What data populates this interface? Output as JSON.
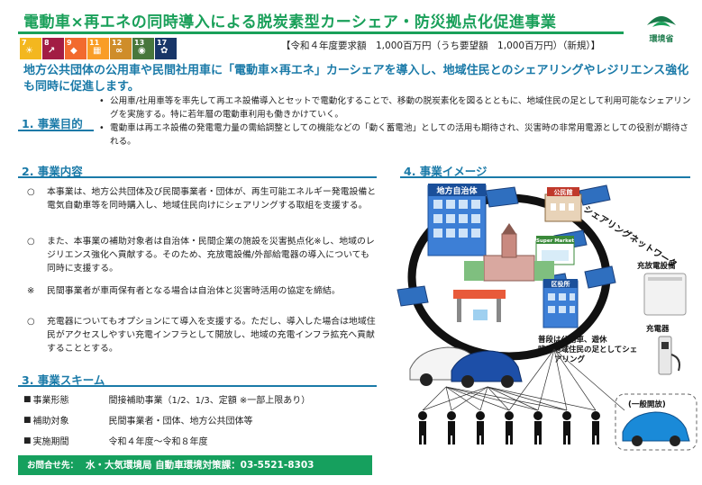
{
  "header": {
    "title": "電動車×再エネの同時導入による脱炭素型カーシェア・防災拠点化促進事業",
    "budget": "【令和４年度要求額　1,000百万円（うち要望額　1,000百万円）（新規）】",
    "ministry_label": "環境省"
  },
  "sdgs": [
    {
      "num": "7",
      "color": "#f3b71f",
      "icon": "sun-icon"
    },
    {
      "num": "8",
      "color": "#a21c44",
      "icon": "chart-icon"
    },
    {
      "num": "9",
      "color": "#f26a2e",
      "icon": "cube-icon"
    },
    {
      "num": "11",
      "color": "#f99d26",
      "icon": "city-icon"
    },
    {
      "num": "12",
      "color": "#cf8d2a",
      "icon": "infinity-icon"
    },
    {
      "num": "13",
      "color": "#48773c",
      "icon": "eye-icon"
    },
    {
      "num": "17",
      "color": "#183668",
      "icon": "flower-icon"
    }
  ],
  "lead": "地方公共団体の公用車や民間社用車に「電動車×再エネ」カーシェアを導入し、地域住民とのシェアリングやレジリエンス強化も同時に促進します。",
  "purpose": {
    "heading": "1. 事業目的",
    "items": [
      "公用車/社用車等を率先して再エネ設備導入とセットで電動化することで、移動の脱炭素化を図るとともに、地域住民の足として利用可能なシェアリングを実施する。特に若年層の電動車利用も働きかけていく。",
      "電動車は再エネ設備の発電電力量の需給調整としての機能などの「動く蓄電池」としての活用も期待され、災害時の非常用電源としての役割が期待される。"
    ]
  },
  "content": {
    "heading": "2. 事業内容",
    "items": [
      {
        "marker": "○",
        "text": "本事業は、地方公共団体及び民間事業者・団体が、再生可能エネルギー発電設備と電気自動車等を同時購入し、地域住民向けにシェアリングする取組を支援する。"
      },
      {
        "marker": "○",
        "text": "また、本事業の補助対象者は自治体・民間企業の施設を災害拠点化※し、地域のレジリエンス強化へ貢献する。そのため、充放電設備/外部給電器の導入についても同時に支援する。"
      },
      {
        "marker": "※",
        "text": "民間事業者が車両保有者となる場合は自治体と災害時活用の協定を締結。"
      },
      {
        "marker": "○",
        "text": "充電器についてもオプションにて導入を支援する。ただし、導入した場合は地域住民がアクセスしやすい充電インフラとして開放し、地域の充電インフラ拡充へ貢献することとする。"
      }
    ]
  },
  "scheme": {
    "heading": "3. 事業スキーム",
    "rows": [
      {
        "label": "事業形態",
        "value": "間接補助事業（1/2、1/3、定額 ※一部上限あり）"
      },
      {
        "label": "補助対象",
        "value": "民間事業者・団体、地方公共団体等"
      },
      {
        "label": "実施期間",
        "value": "令和４年度～令和８年度"
      }
    ]
  },
  "contact": {
    "label": "お問合せ先：",
    "text": "水・大気環境局 自動車環境対策課：03-5521-8303"
  },
  "image": {
    "heading": "4. 事業イメージ",
    "local_gov": "地方自治体",
    "public_facility": "公民館",
    "supermarket": "Super Market",
    "city_hall": "区役所",
    "network_label": "シェアリングネットワーク",
    "charge_discharge": "充放電設備",
    "charger": "充電器",
    "sharing_note": "普段は公用車、遊休時は地域住民の足としてシェアリング",
    "public_open": "(一般開放)"
  },
  "colors": {
    "green": "#1aa05a",
    "blue": "#1a7aa8",
    "contact_bg": "#16a05e"
  }
}
